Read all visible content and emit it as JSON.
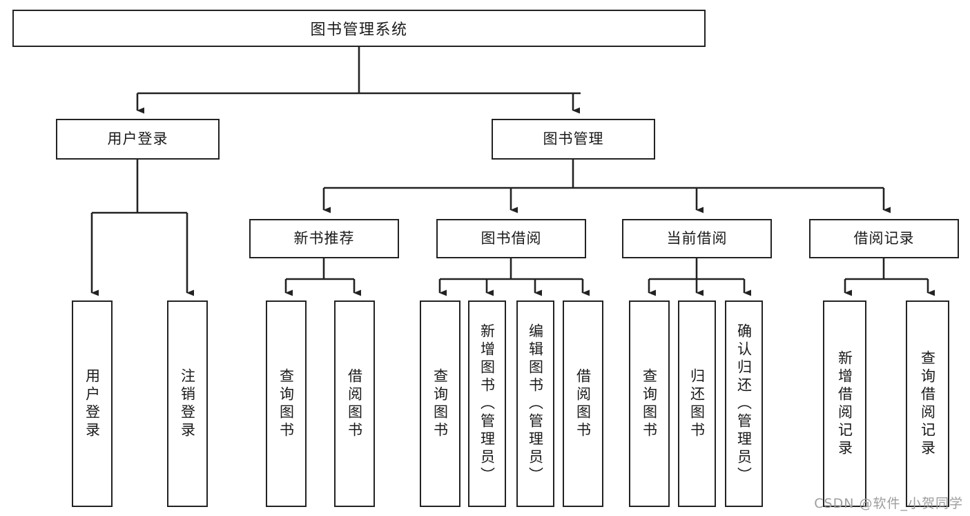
{
  "diagram": {
    "title": "图书管理系统",
    "root": {
      "label": "图书管理系统"
    },
    "level1": [
      {
        "label": "用户登录"
      },
      {
        "label": "图书管理"
      }
    ],
    "level2": [
      {
        "label": "新书推荐"
      },
      {
        "label": "图书借阅"
      },
      {
        "label": "当前借阅"
      },
      {
        "label": "借阅记录"
      }
    ],
    "leaves": [
      {
        "label": "用户登录"
      },
      {
        "label": "注销登录"
      },
      {
        "label": "查询图书"
      },
      {
        "label": "借阅图书"
      },
      {
        "label": "查询图书"
      },
      {
        "label": "新增图书（管理员）"
      },
      {
        "label": "编辑图书（管理员）"
      },
      {
        "label": "借阅图书"
      },
      {
        "label": "查询图书"
      },
      {
        "label": "归还图书"
      },
      {
        "label": "确认归还（管理员）"
      },
      {
        "label": "新增借阅记录"
      },
      {
        "label": "查询借阅记录"
      }
    ],
    "watermark": "CSDN @软件_小贺同学",
    "colors": {
      "stroke": "#222222",
      "background": "#ffffff",
      "text": "#1a1a1a",
      "watermark": "#9d9d9d"
    }
  }
}
